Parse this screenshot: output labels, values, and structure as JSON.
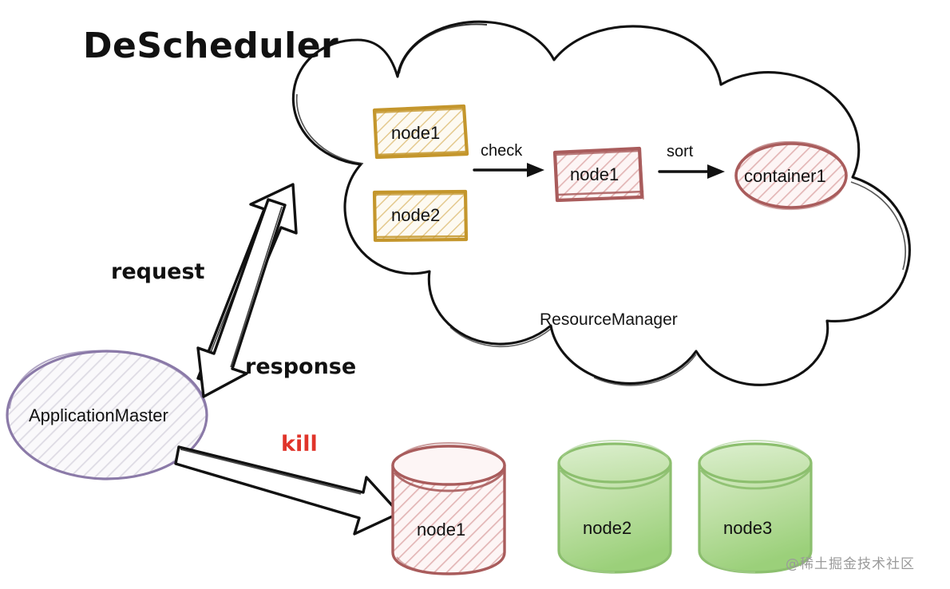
{
  "diagram": {
    "title": "DeScheduler",
    "watermark": "@稀土掘金技术社区",
    "cloud_label": "ResourceManager",
    "colors": {
      "gold_stroke": "#c4962c",
      "gold_fill": "#fbf6ea",
      "red_stroke": "#a95c5c",
      "red_fill": "#fdf3f3",
      "purple_stroke": "#8b7aa8",
      "purple_fill": "#f4f2f6",
      "green_stroke": "#8cbf6e",
      "green_fill_top": "#cfe8bd",
      "green_fill_bottom": "#9fd17e",
      "kill_red": "#e0342a",
      "ink": "#111111",
      "watermark_gray": "#9a9a9a"
    }
  },
  "cloud": {
    "label": "ResourceManager",
    "boxes": [
      {
        "id": "rm-node1",
        "label": "node1",
        "style": "gold"
      },
      {
        "id": "rm-node2",
        "label": "node2",
        "style": "gold"
      },
      {
        "id": "selected-node1",
        "label": "node1",
        "style": "red"
      }
    ],
    "ellipse": {
      "id": "container1",
      "label": "container1",
      "style": "red"
    },
    "flow_labels": [
      {
        "id": "check",
        "label": "check"
      },
      {
        "id": "sort",
        "label": "sort"
      }
    ]
  },
  "application_master": {
    "label": "ApplicationMaster",
    "style": "purple"
  },
  "edges": [
    {
      "id": "request",
      "label": "request",
      "from": "ApplicationMaster",
      "to": "ResourceManager",
      "style": "outlined-arrow",
      "color": "#111111"
    },
    {
      "id": "response",
      "label": "response",
      "from": "ResourceManager",
      "to": "ApplicationMaster",
      "style": "outlined-arrow",
      "color": "#111111"
    },
    {
      "id": "kill",
      "label": "kill",
      "from": "ApplicationMaster",
      "to": "node1",
      "style": "outlined-arrow",
      "color": "#e0342a"
    },
    {
      "id": "check-arrow",
      "label": "check",
      "from": "rm-node1",
      "to": "selected-node1",
      "style": "solid-arrow",
      "color": "#111111"
    },
    {
      "id": "sort-arrow",
      "label": "sort",
      "from": "selected-node1",
      "to": "container1",
      "style": "solid-arrow",
      "color": "#111111"
    }
  ],
  "cylinders": [
    {
      "id": "cyl-node1",
      "label": "node1",
      "style": "red"
    },
    {
      "id": "cyl-node2",
      "label": "node2",
      "style": "green"
    },
    {
      "id": "cyl-node3",
      "label": "node3",
      "style": "green"
    }
  ]
}
